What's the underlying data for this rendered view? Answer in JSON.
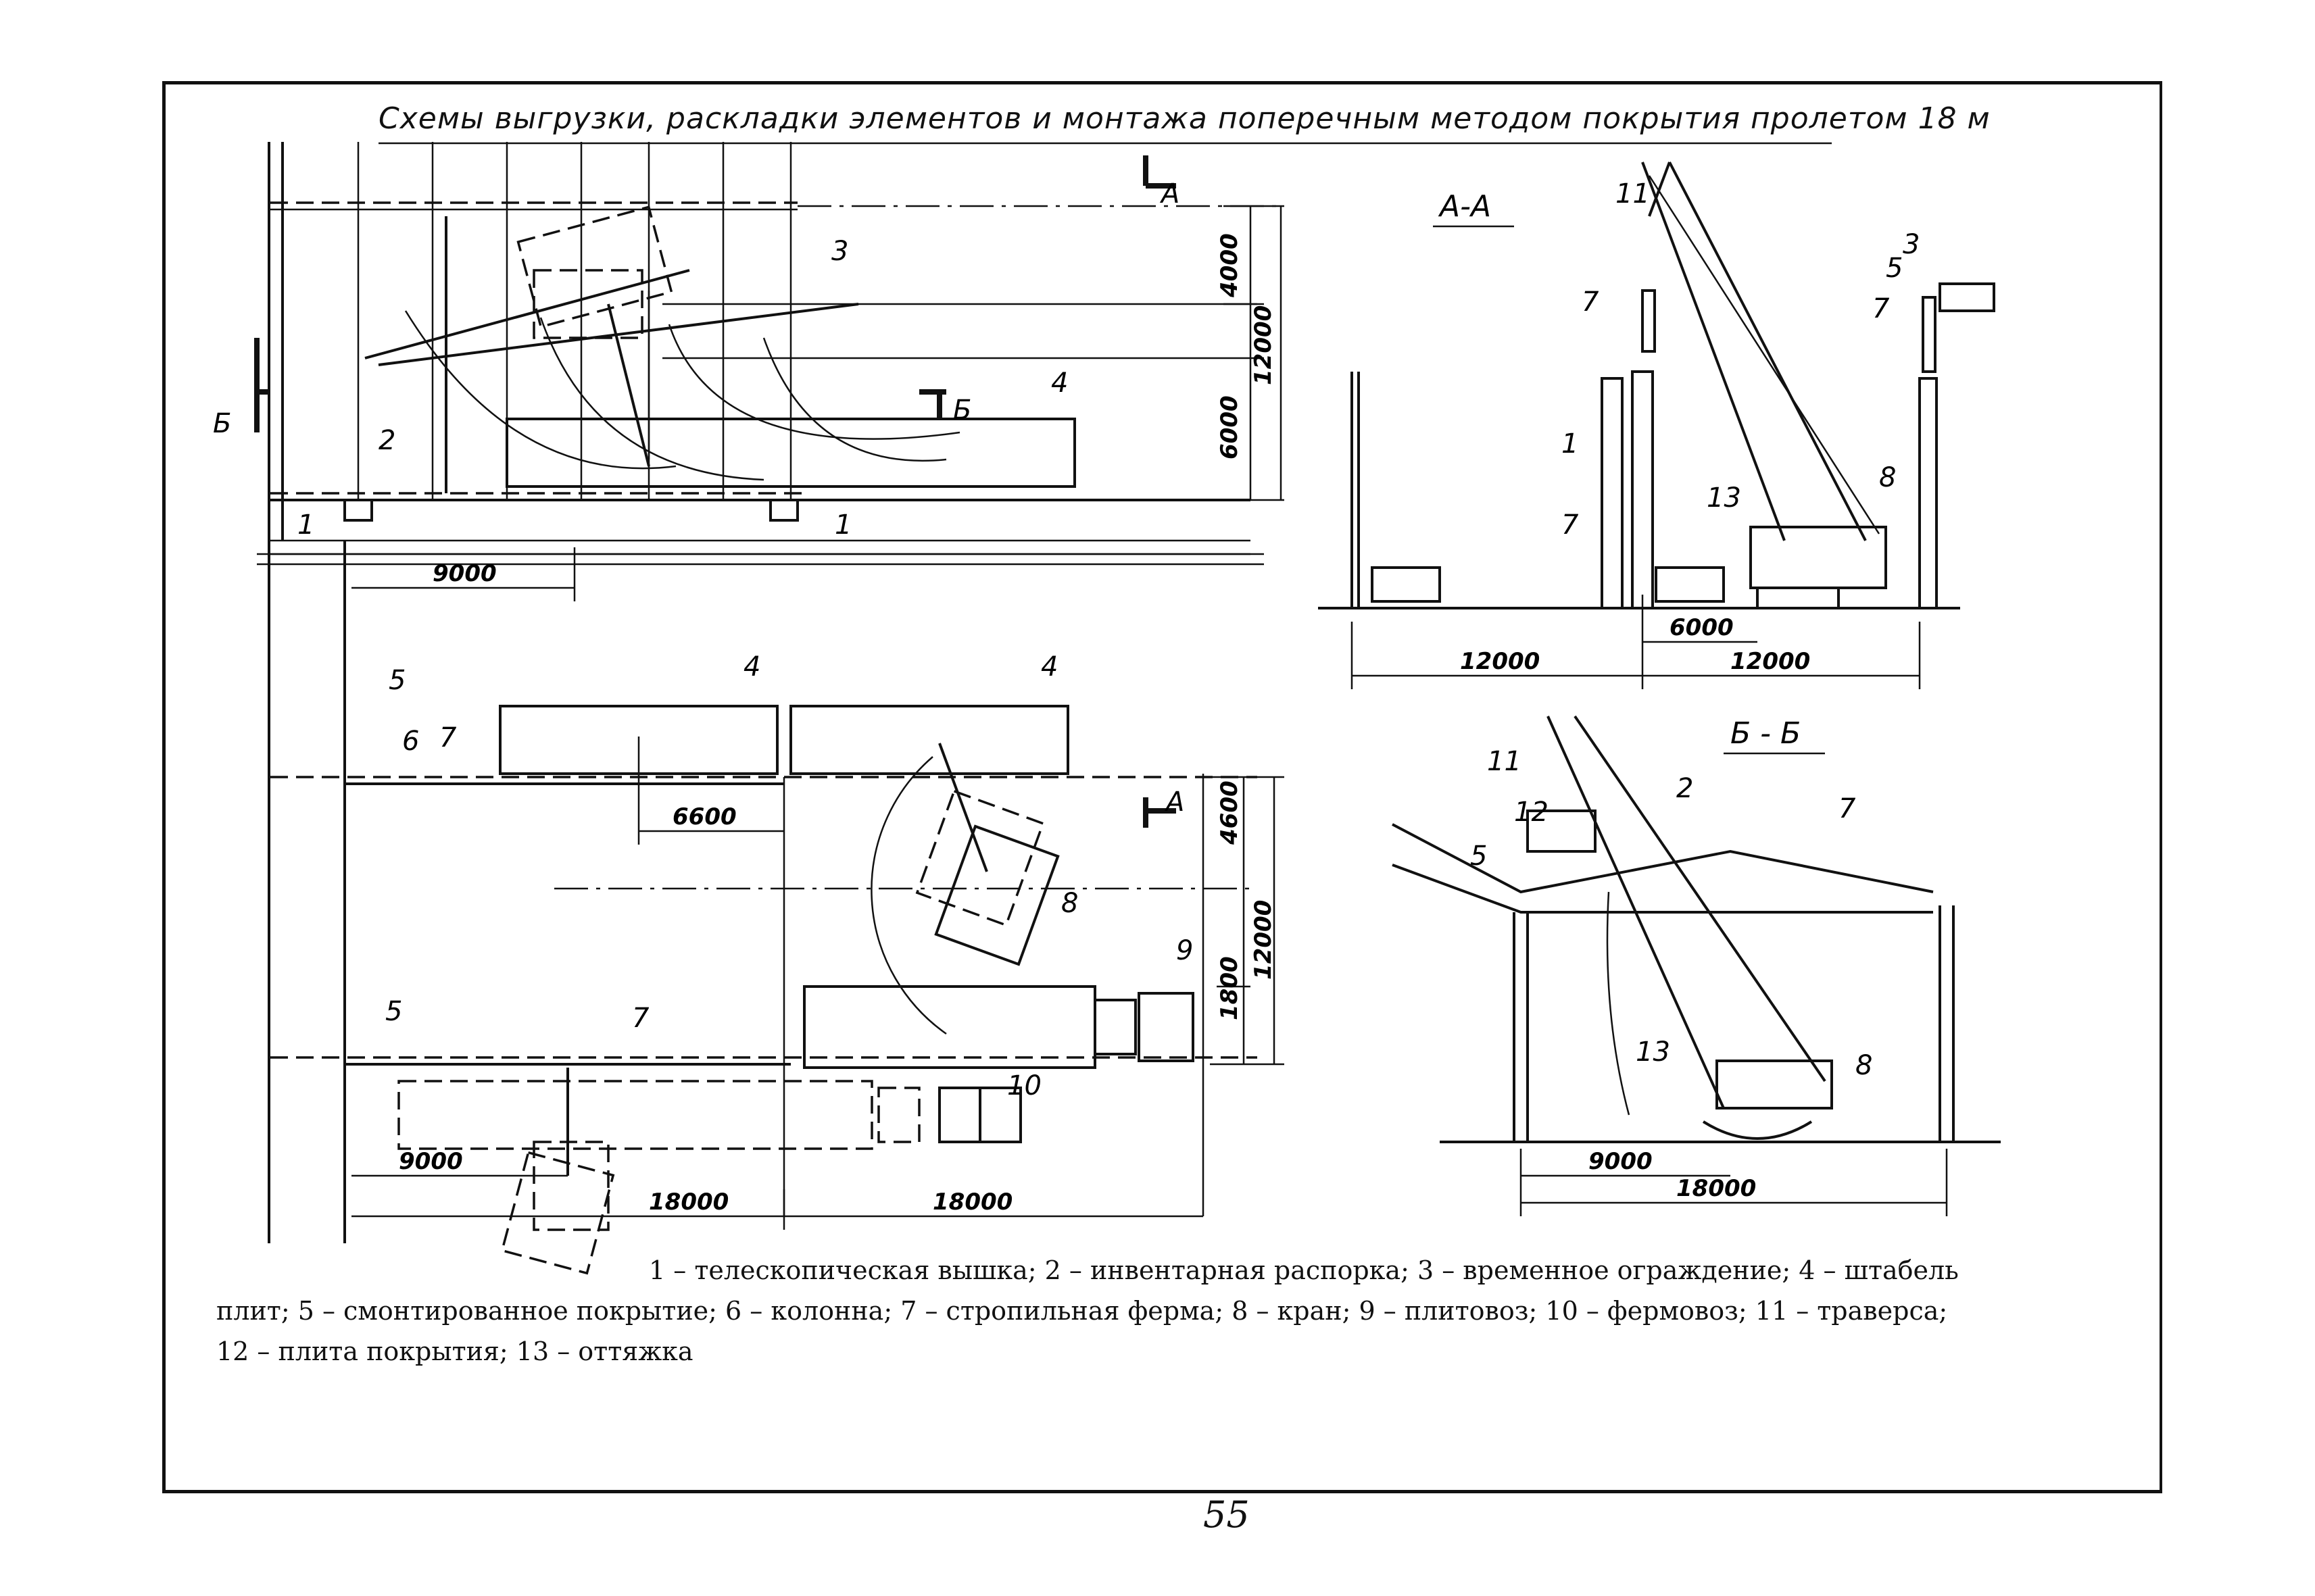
{
  "title": "Схемы выгрузки, раскладки элементов и монтажа поперечным методом покрытия пролетом 18 м",
  "sections": {
    "aa": "А-А",
    "bb": "Б - Б",
    "a_mark": "А",
    "b_mark": "Б"
  },
  "callouts": [
    "1",
    "2",
    "3",
    "4",
    "5",
    "6",
    "7",
    "8",
    "9",
    "10",
    "11",
    "12",
    "13"
  ],
  "dimensions": {
    "d4000": "4000",
    "d6000": "6000",
    "d12000": "12000",
    "d9000": "9000",
    "d6600": "6600",
    "d4600": "4600",
    "d1800": "1800",
    "d18000": "18000",
    "d6000b": "6000"
  },
  "legend": {
    "line1": "1 – телескопическая вышка; 2 – инвентарная распорка; 3 – временное ограждение; 4 – штабель",
    "line2": "плит; 5 – смонтированное покрытие; 6 – колонна; 7 – стропильная ферма; 8 – кран; 9 – плитовоз; 10 – фермовоз; 11 – траверса;",
    "line3": "12 – плита покрытия; 13 – оттяжка"
  },
  "page_number": "55"
}
